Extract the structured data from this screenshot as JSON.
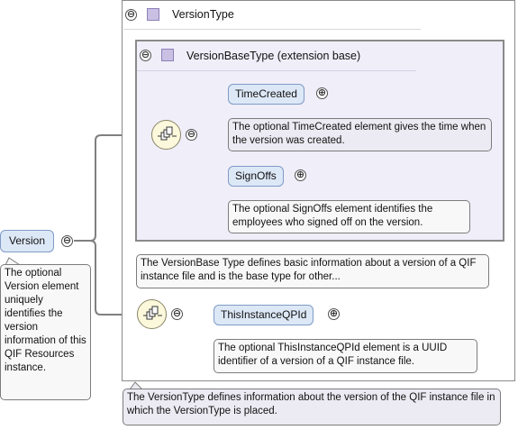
{
  "root": {
    "label": "Version",
    "doc": "The optional Version element uniquely identifies the version information of this QIF Resources instance."
  },
  "version_type": {
    "title": "VersionType",
    "doc": "The VersionType defines information about the version of the QIF instance file in which the VersionType is placed."
  },
  "version_base_type": {
    "title": "VersionBaseType (extension base)",
    "doc": "The VersionBase Type defines basic information about a version of a QIF instance file and is the base type for other..."
  },
  "elements": [
    {
      "label": "TimeCreated",
      "doc": "The optional TimeCreated element gives the time when the version was created."
    },
    {
      "label": "SignOffs",
      "doc": "The optional SignOffs element identifies the employees who signed off on the version."
    },
    {
      "label": "ThisInstanceQPId",
      "doc": "The optional ThisInstanceQPId element is a UUID identifier of a version of a QIF instance file."
    }
  ],
  "symbols": {
    "collapse": "⊖",
    "expand": "⊕"
  },
  "icons": [
    "collapse-icon",
    "expand-icon",
    "sequence-icon",
    "type-icon"
  ],
  "colors": {
    "element_fill": "#dde8f7",
    "group_fill": "#f0eef9",
    "sequence_fill": "#fcf8dc",
    "doc_fill": "#f8f8f8"
  }
}
